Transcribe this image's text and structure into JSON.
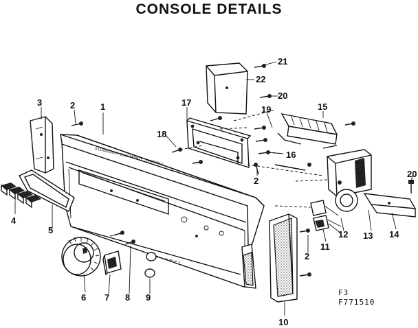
{
  "title": "CONSOLE DETAILS",
  "figure_code": [
    "F3",
    "F771510"
  ],
  "panel_label": "DISHWASHER ELECTRONIC CONTROLS",
  "callouts": [
    "1",
    "2",
    "2",
    "2",
    "3",
    "4",
    "5",
    "6",
    "7",
    "8",
    "9",
    "10",
    "11",
    "12",
    "13",
    "14",
    "15",
    "16",
    "17",
    "18",
    "19",
    "20",
    "20",
    "21",
    "22"
  ]
}
